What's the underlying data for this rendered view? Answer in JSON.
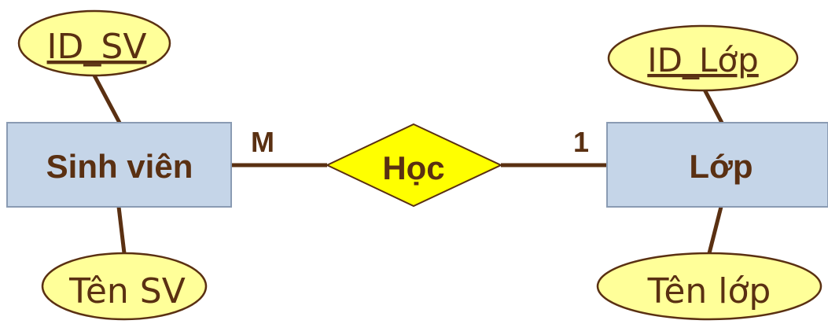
{
  "entities": [
    {
      "id": "sinhvien",
      "label": "Sinh viên"
    },
    {
      "id": "lop",
      "label": "Lớp"
    }
  ],
  "relationship": {
    "label": "Học"
  },
  "attributes": [
    {
      "id": "id-sv",
      "label": "ID_SV",
      "key": true
    },
    {
      "id": "ten-sv",
      "label": "Tên SV",
      "key": false
    },
    {
      "id": "id-lop",
      "label": "ID_Lớp",
      "key": true
    },
    {
      "id": "ten-lop",
      "label": "Tên lớp",
      "key": false
    }
  ],
  "cardinality": {
    "left": "M",
    "right": "1"
  },
  "colors": {
    "entity_fill": "#c5d5e8",
    "entity_stroke": "#8a9bb3",
    "relationship_fill": "#ffff00",
    "attribute_fill": "#ffff99",
    "stroke": "#5a3012",
    "text": "#5a3012"
  }
}
